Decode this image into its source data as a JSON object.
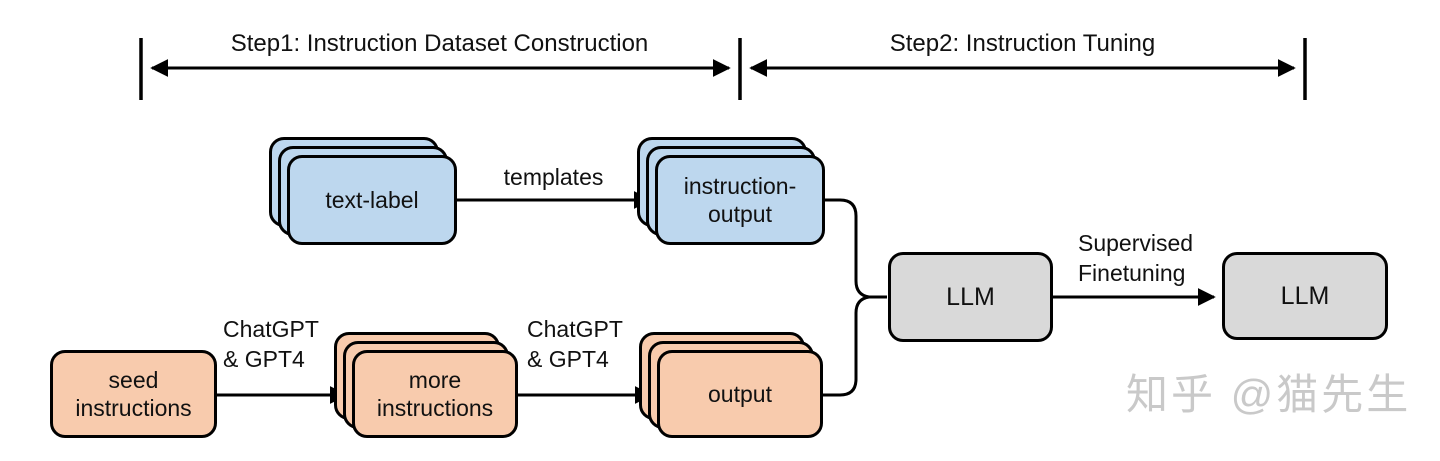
{
  "colors": {
    "blue_card": "#bdd7ee",
    "orange_card": "#f8cbad",
    "gray_card": "#d9d9d9",
    "line": "#000000",
    "watermark": "#c9c9c9",
    "background": "#ffffff"
  },
  "steps": {
    "step1_label": "Step1: Instruction Dataset Construction",
    "step2_label": "Step2: Instruction Tuning"
  },
  "nodes": {
    "text_label": {
      "label": "text-label"
    },
    "instruction_output": {
      "label": "instruction-\noutput"
    },
    "seed_instructions": {
      "label": "seed\ninstructions"
    },
    "more_instructions": {
      "label": "more\ninstructions"
    },
    "output": {
      "label": "output"
    },
    "llm_base": {
      "label": "LLM"
    },
    "llm_tuned": {
      "label": "LLM"
    }
  },
  "edges": {
    "templates_label": "templates",
    "chatgpt_gpt4_label_1": "ChatGPT\n& GPT4",
    "chatgpt_gpt4_label_2": "ChatGPT\n& GPT4",
    "supervised_finetuning_label": "Supervised\nFinetuning"
  },
  "watermark": {
    "text": "知乎 @猫先生"
  }
}
